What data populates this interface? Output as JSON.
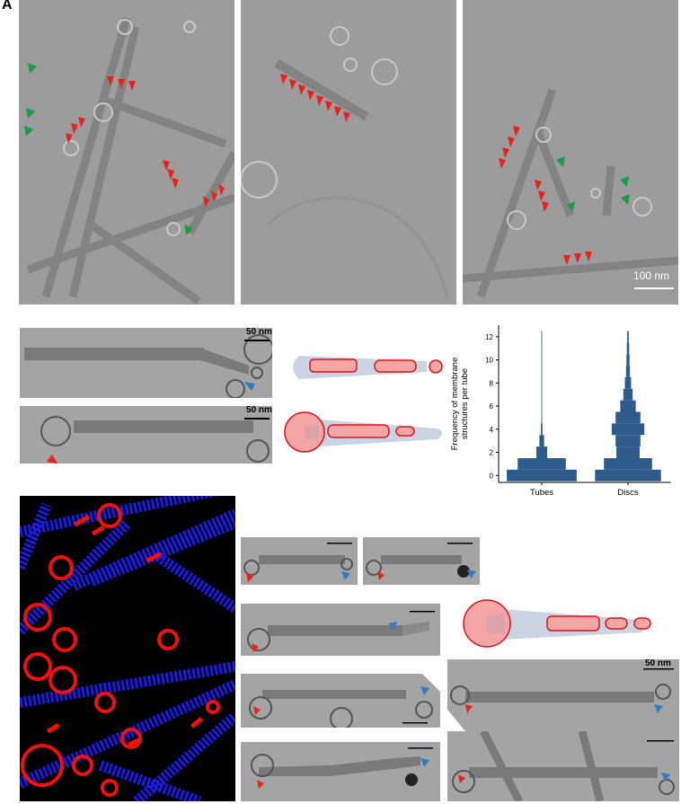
{
  "figure": {
    "panel_letter": "A",
    "scalebars": {
      "top_right": "100 nm",
      "tube1": "50 nm",
      "tube2": "50 nm",
      "bottom_right": "50 nm"
    },
    "colors": {
      "red_arrow": "#e8231f",
      "green_arrow": "#1e9b49",
      "blue_arrow": "#2f7dc2",
      "tube_fill": "#c9d3e2",
      "membrane_fill": "#f4a6a6",
      "membrane_stroke": "#d8141a",
      "seg_blue": "#1a1ae0",
      "seg_red": "#f01010",
      "hist_bar": "#2d5b8c"
    }
  },
  "chart_data": {
    "type": "histogram",
    "ylabel": "Frequency of membrane structures per tube",
    "ylabel_lines": [
      "Frequency of membrane",
      "structures per tube"
    ],
    "categories": [
      "Tubes",
      "Discs"
    ],
    "yticks": [
      0,
      2,
      4,
      6,
      8,
      10,
      12
    ],
    "ylim": [
      -0.6,
      13
    ],
    "series": [
      {
        "name": "Tubes",
        "bins": [
          0,
          1,
          2,
          3,
          4,
          5,
          6,
          7,
          8,
          9,
          10,
          11,
          12
        ],
        "widths": [
          0.9,
          0.62,
          0.14,
          0.06,
          0.02,
          0.01,
          0.01,
          0.01,
          0.01,
          0.01,
          0.01,
          0.01,
          0.01
        ]
      },
      {
        "name": "Discs",
        "bins": [
          0,
          1,
          2,
          3,
          4,
          5,
          6,
          7,
          8,
          9,
          10,
          11,
          12
        ],
        "widths": [
          0.85,
          0.62,
          0.3,
          0.32,
          0.42,
          0.32,
          0.2,
          0.12,
          0.08,
          0.05,
          0.04,
          0.03,
          0.02
        ]
      }
    ]
  }
}
